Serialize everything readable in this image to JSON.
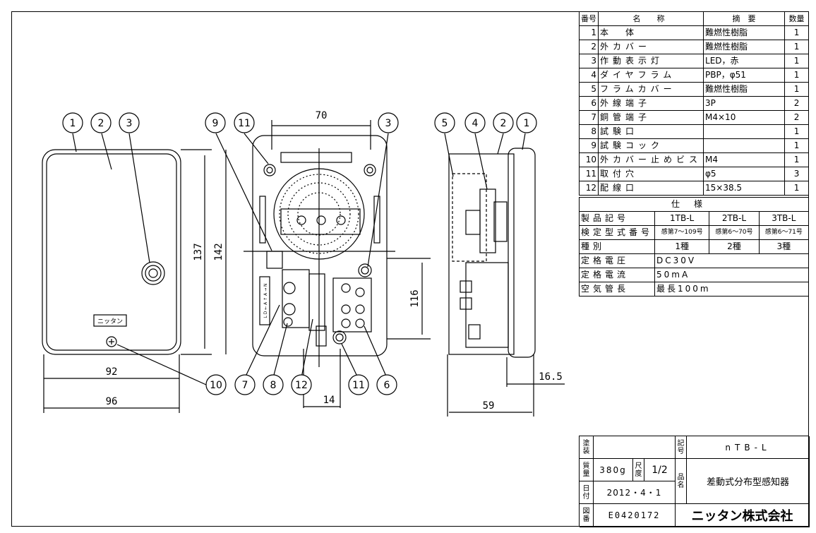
{
  "parts_header": {
    "no": "番号",
    "name": "名　称",
    "spec": "摘　要",
    "qty": "数量"
  },
  "parts": [
    {
      "no": "1",
      "name": "本　体",
      "spec": "難燃性樹脂",
      "qty": "1"
    },
    {
      "no": "2",
      "name": "外カバー",
      "spec": "難燃性樹脂",
      "qty": "1"
    },
    {
      "no": "3",
      "name": "作動表示灯",
      "spec": "LED，赤",
      "qty": "1"
    },
    {
      "no": "4",
      "name": "ダイヤフラム",
      "spec": "PBP，φ51",
      "qty": "1"
    },
    {
      "no": "5",
      "name": "フラムカバー",
      "spec": "難燃性樹脂",
      "qty": "1"
    },
    {
      "no": "6",
      "name": "外線端子",
      "spec": "3P",
      "qty": "2"
    },
    {
      "no": "7",
      "name": "銅管端子",
      "spec": "M4×10",
      "qty": "2"
    },
    {
      "no": "8",
      "name": "試験口",
      "spec": "",
      "qty": "1"
    },
    {
      "no": "9",
      "name": "試験コック",
      "spec": "",
      "qty": "1"
    },
    {
      "no": "10",
      "name": "外カバー止めビス",
      "spec": "M4",
      "qty": "1"
    },
    {
      "no": "11",
      "name": "取付穴",
      "spec": "φ5",
      "qty": "3"
    },
    {
      "no": "12",
      "name": "配線口",
      "spec": "15×38.5",
      "qty": "1"
    }
  ],
  "spec_title": "仕様",
  "spec_rows": [
    {
      "label": "製品記号",
      "v1": "1TB-L",
      "v2": "2TB-L",
      "v3": "3TB-L"
    },
    {
      "label": "検定型式番号",
      "v1": "感第7～109号",
      "v2": "感第6～70号",
      "v3": "感第6～71号"
    },
    {
      "label": "種別",
      "v1": "1種",
      "v2": "2種",
      "v3": "3種"
    }
  ],
  "spec_single": [
    {
      "label": "定格電圧",
      "value": "DC30V"
    },
    {
      "label": "定格電流",
      "value": "50mA"
    },
    {
      "label": "空気管長",
      "value": "最長100m"
    }
  ],
  "title_block": {
    "paint_label": "塗装",
    "code_label": "記号",
    "code": "nTB-L",
    "mass_label": "質量",
    "mass": "380g",
    "scale_label": "尺度",
    "scale": "1/2",
    "name_label": "品名",
    "product": "差動式分布型感知器",
    "date_label": "日付",
    "date": "2012・4・1",
    "drawing_label": "図番",
    "drawing_no": "E0420172",
    "company": "ニッタン株式会社"
  },
  "dimensions": {
    "d70": "70",
    "d137": "137",
    "d142": "142",
    "d116": "116",
    "d92": "92",
    "d96": "96",
    "d14": "14",
    "d59": "59",
    "d16_5": "16.5"
  },
  "callouts": {
    "front": [
      "1",
      "2",
      "3"
    ],
    "inside_top": [
      "9",
      "11",
      "3"
    ],
    "side_top": [
      "5",
      "4",
      "2",
      "1"
    ],
    "bottom": [
      "10",
      "7",
      "8",
      "12",
      "11",
      "6"
    ]
  },
  "logo_text": "ニッタン",
  "terminal_text": "L D ← A ↑ A → N"
}
